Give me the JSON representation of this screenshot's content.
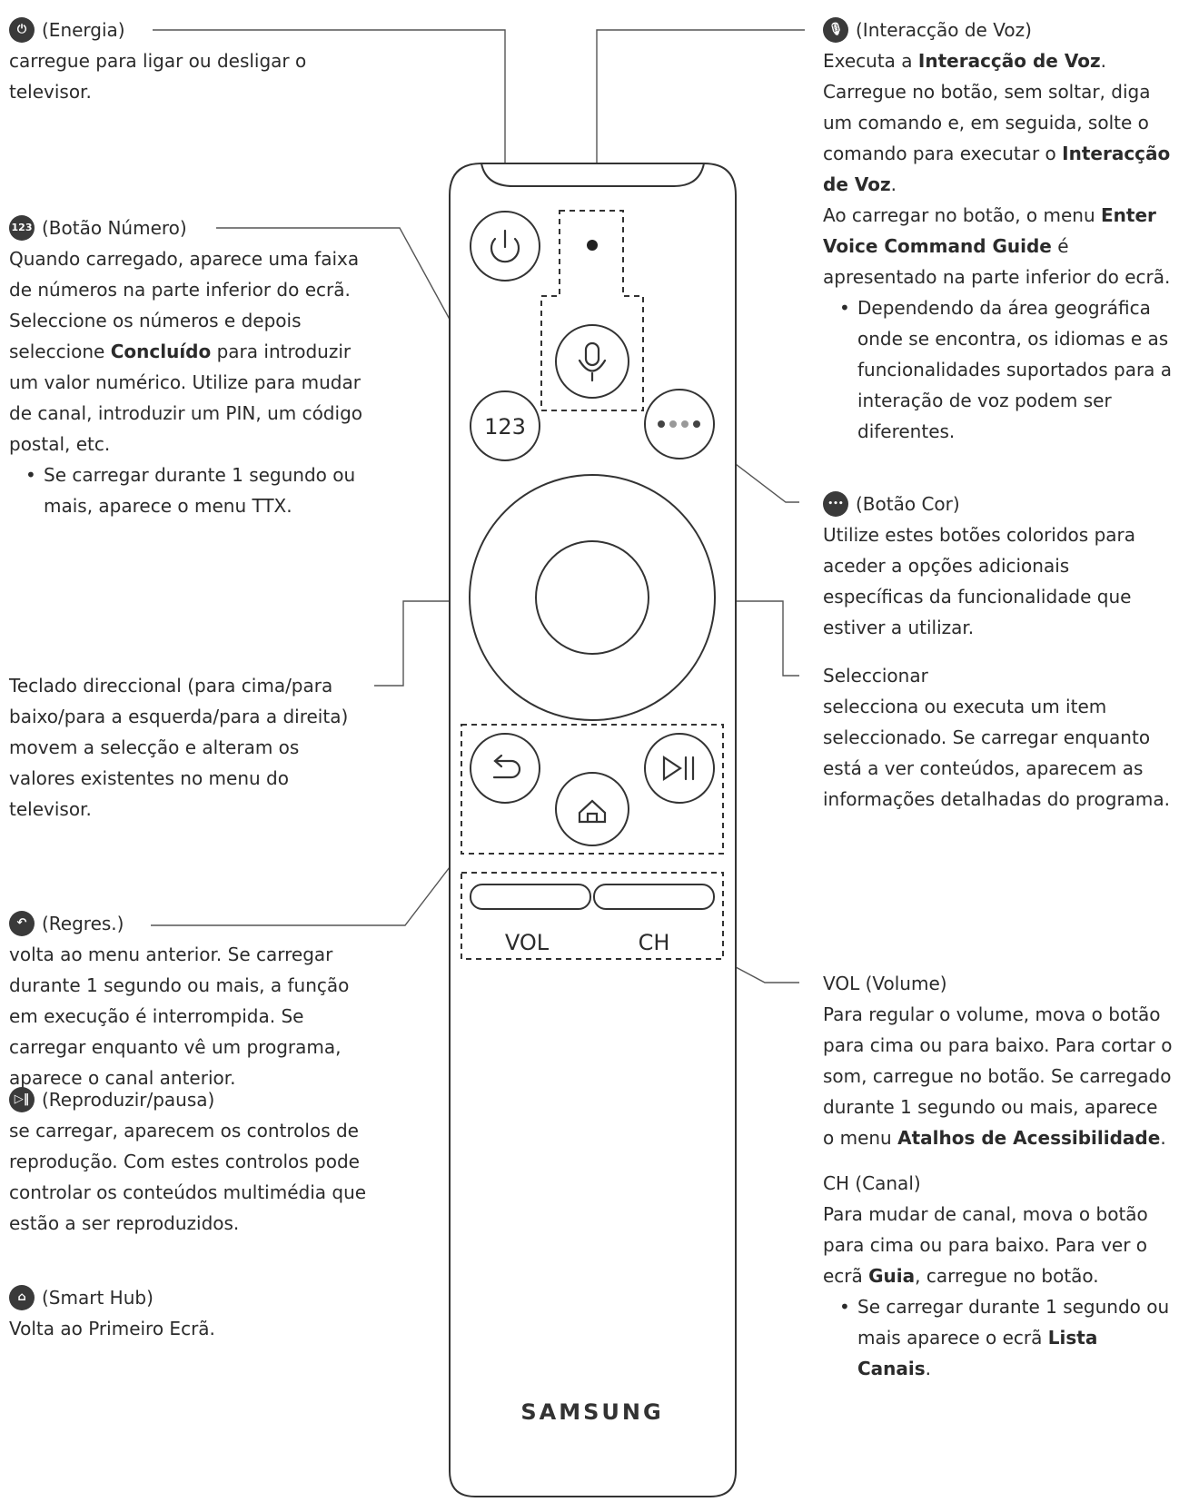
{
  "energia": {
    "title": "(Energia)",
    "text": "carregue para ligar ou desligar o televisor."
  },
  "numero": {
    "icon_text": "123",
    "title": "(Botão Número)",
    "text_pre": "Quando carregado, aparece uma faixa de números na parte inferior do ecrã. Seleccione os números e depois seleccione ",
    "text_bold": "Concluído",
    "text_post": " para introduzir um valor numérico. Utilize para mudar de canal, introduzir um PIN, um código postal, etc.",
    "bullet": "Se carregar durante 1 segundo ou mais, aparece o menu TTX."
  },
  "direccional": {
    "title": "Teclado direccional (para cima/para baixo/para a esquerda/para a direita)",
    "text": "movem a selecção e alteram os valores existentes no menu do televisor."
  },
  "regres": {
    "title": "(Regres.)",
    "text": "volta ao menu anterior. Se carregar durante 1 segundo ou mais, a função em execução é interrompida. Se carregar enquanto vê um programa, aparece o canal anterior."
  },
  "reproduzir": {
    "title": "(Reproduzir/pausa)",
    "text": "se carregar, aparecem os controlos de reprodução. Com estes controlos pode controlar os conteúdos multimédia que estão a ser reproduzidos."
  },
  "smarthub": {
    "title": "(Smart Hub)",
    "text": "Volta ao Primeiro Ecrã."
  },
  "voz": {
    "title": "(Interacção de Voz)",
    "line1_pre": "Executa a ",
    "line1_bold": "Interacção de Voz",
    "line1_post": ".",
    "line2_pre": "Carregue no botão, sem soltar, diga um comando e, em seguida, solte o comando para executar o ",
    "line2_bold": "Interacção de Voz",
    "line2_post": ".",
    "line3_pre": "Ao carregar no botão, o menu ",
    "line3_bold": "Enter Voice Command Guide",
    "line3_post": " é apresentado na parte inferior do ecrã.",
    "bullet": "Dependendo da área geográfica onde se encontra, os idiomas e as funcionalidades suportados para a interação de voz podem ser diferentes."
  },
  "cor": {
    "title": "(Botão Cor)",
    "text": "Utilize estes botões coloridos para aceder a opções adicionais específicas da funcionalidade que estiver a utilizar."
  },
  "seleccionar": {
    "title": "Seleccionar",
    "text": "selecciona ou executa um item seleccionado. Se carregar enquanto está a ver conteúdos, aparecem as informações detalhadas do programa."
  },
  "volume": {
    "title": "VOL (Volume)",
    "text_pre": "Para regular o volume, mova o botão para cima ou para baixo. Para cortar o som, carregue no botão. Se carregado durante 1 segundo ou mais, aparece o menu ",
    "text_bold": "Atalhos de Acessibilidade",
    "text_post": "."
  },
  "canal": {
    "title": "CH (Canal)",
    "text_pre": "Para mudar de canal, mova o botão para cima ou para baixo. Para ver o ecrã ",
    "text_bold": "Guia",
    "text_post": ", carregue no botão.",
    "bullet_pre": "Se carregar durante 1 segundo ou mais aparece o ecrã ",
    "bullet_bold": "Lista Canais",
    "bullet_post": "."
  },
  "remote": {
    "num_label": "123",
    "vol_label": "VOL",
    "ch_label": "CH",
    "brand": "SAMSUNG"
  }
}
